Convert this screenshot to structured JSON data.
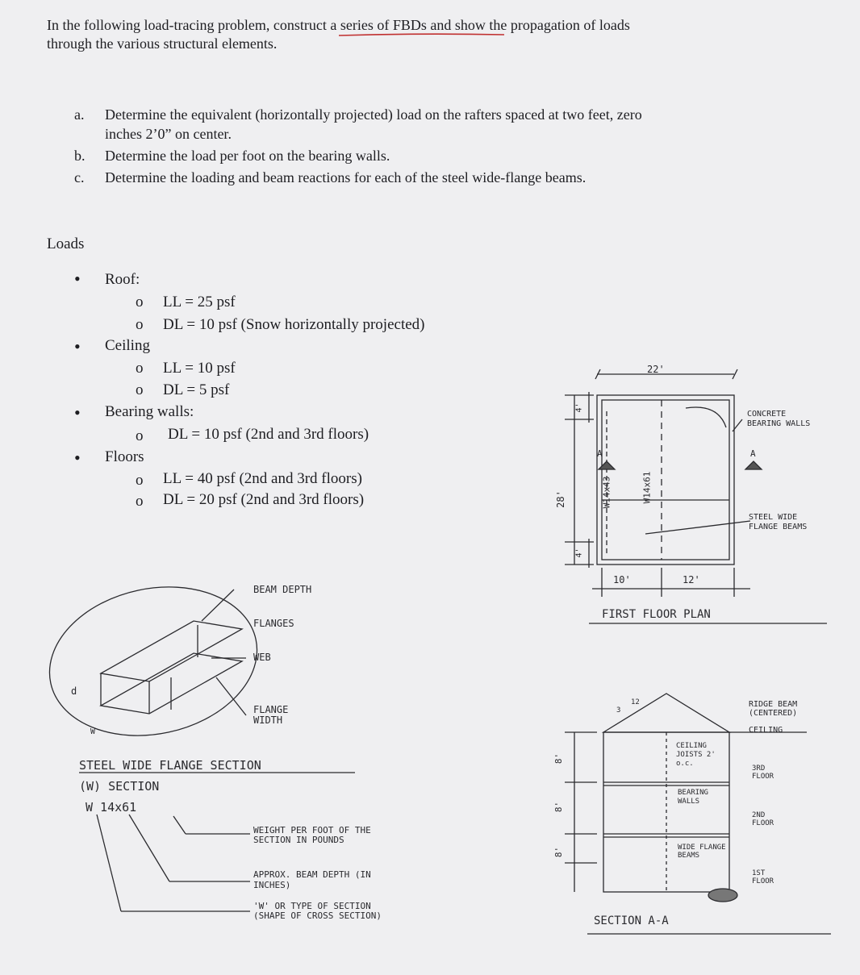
{
  "intro": {
    "line1": "In the following load-tracing problem, construct a series of FBDs and show the propagation of loads",
    "line2": "through the various structural elements."
  },
  "tasks": [
    {
      "marker": "a.",
      "lines": [
        "Determine the equivalent (horizontally projected) load on the rafters spaced at two feet, zero",
        "inches 2’0” on center."
      ]
    },
    {
      "marker": "b.",
      "lines": [
        "Determine the load per foot on the bearing walls."
      ]
    },
    {
      "marker": "c.",
      "lines": [
        "Determine the loading and beam reactions for each of the steel wide-flange beams."
      ]
    }
  ],
  "loads": {
    "heading": "Loads",
    "groups": [
      {
        "label": "Roof:",
        "items": [
          "LL = 25 psf",
          "DL = 10 psf (Snow horizontally projected)"
        ]
      },
      {
        "label": "Ceiling",
        "items": [
          "LL = 10 psf",
          "DL = 5 psf"
        ]
      },
      {
        "label": "Bearing walls:",
        "items": [
          "DL = 10 psf  (2nd and 3rd floors)"
        ]
      },
      {
        "label": "Floors",
        "items": [
          "LL = 40 psf  (2nd and 3rd floors)",
          "DL = 20 psf  (2nd and 3rd floors)"
        ]
      }
    ]
  },
  "plan": {
    "width_dim": "22'",
    "height_dim": "28'",
    "top_offset": "4'",
    "bottom_offset": "4'",
    "left_span": "10'",
    "right_span": "12'",
    "beam1": "W14x43",
    "beam2": "W14x61",
    "section_mark_left": "A",
    "section_mark_right": "A",
    "label_walls": "CONCRETE BEARING WALLS",
    "label_beams": "STEEL WIDE FLANGE BEAMS",
    "title": "FIRST FLOOR PLAN"
  },
  "beam_diagram": {
    "beam_depth": "BEAM DEPTH",
    "flanges": "FLANGES",
    "web": "WEB",
    "flange_width": "FLANGE WIDTH",
    "title1": "STEEL WIDE FLANGE SECTION",
    "title2": "(W) SECTION",
    "designation": "W  14x61",
    "note_weight": "WEIGHT PER FOOT OF THE SECTION IN POUNDS",
    "note_depth": "APPROX. BEAM DEPTH (IN INCHES)",
    "note_type": "'W' OR TYPE OF SECTION (SHAPE OF CROSS SECTION)",
    "side_d": "d",
    "side_w": "W"
  },
  "section": {
    "pitch_rise": "12",
    "pitch_run": "3",
    "dim1": "8'",
    "dim2": "8'",
    "dim3": "8'",
    "ridge": "RIDGE BEAM (CENTERED)",
    "ceiling": "CEILING",
    "joists": "CEILING JOISTS 2' o.c.",
    "floor3": "3RD FLOOR",
    "floor2": "2ND FLOOR",
    "floor1": "1ST FLOOR",
    "walls": "BEARING WALLS",
    "beams": "WIDE FLANGE BEAMS",
    "title": "SECTION A-A"
  }
}
